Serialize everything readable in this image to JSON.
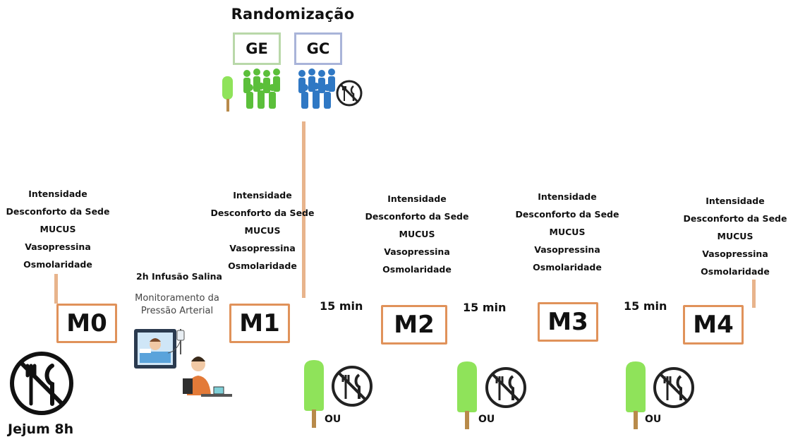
{
  "title": "Randomização",
  "groups": {
    "ge": "GE",
    "gc": "GC"
  },
  "measures": [
    "Intensidade",
    "Desconforto da Sede",
    "MUCUS",
    "Vasopressina",
    "Osmolaridade"
  ],
  "moments": [
    "M0",
    "M1",
    "M2",
    "M3",
    "M4"
  ],
  "infusion": {
    "label": "2h Infusão Salina",
    "monitor_line1": "Monitoramento da",
    "monitor_line2": "Pressão Arterial"
  },
  "interval_label": "15 min",
  "or_label": "OU",
  "fasting_label": "Jejum 8h",
  "icons": [
    "ice-pop-icon",
    "no-food-icon",
    "people-group-icon",
    "patient-bed-icon",
    "blood-pressure-icon"
  ],
  "colors": {
    "accent": "#e0925a",
    "line": "#e8b48c",
    "ge": "#b9d8a9",
    "gc": "#a9b4d9",
    "popsicle": "#8fe35a"
  }
}
